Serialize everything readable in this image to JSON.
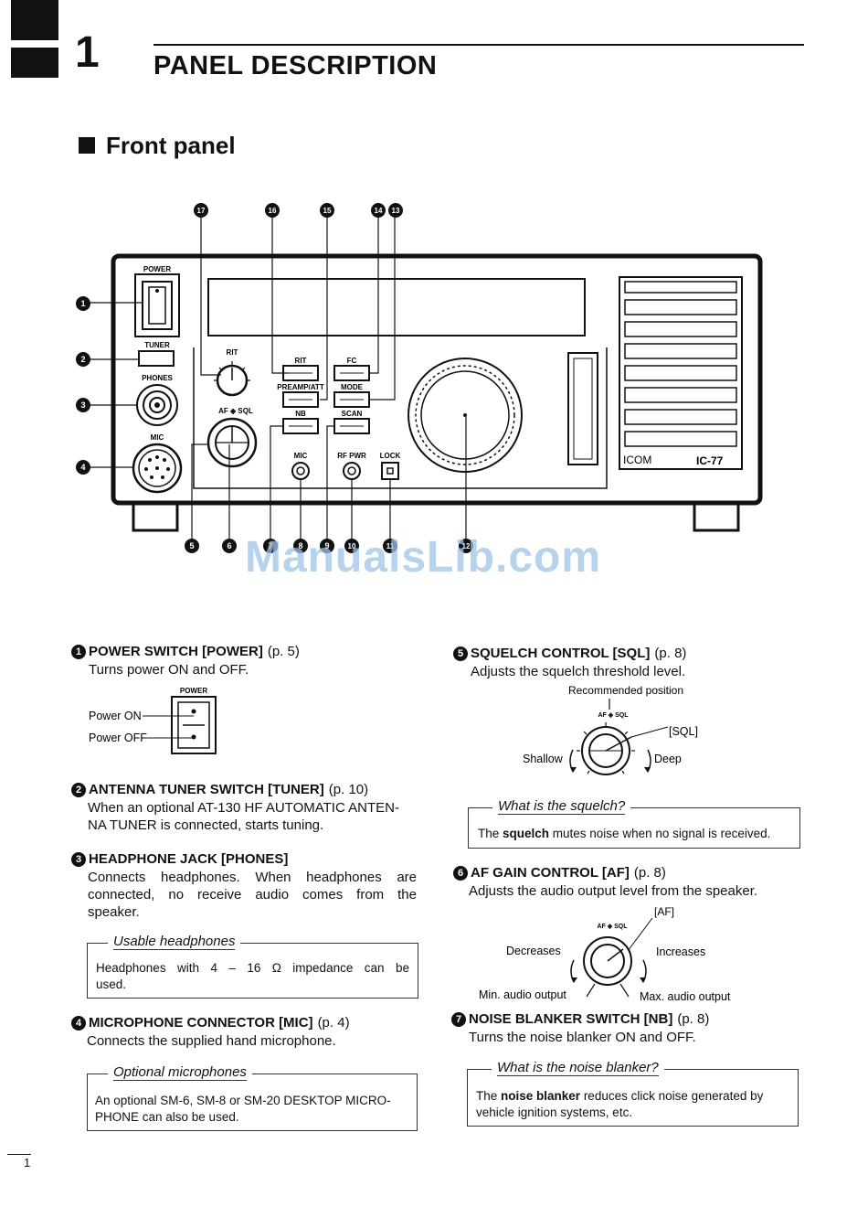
{
  "header": {
    "chapter_number": "1",
    "chapter_title": "PANEL DESCRIPTION"
  },
  "section": {
    "title": "Front panel"
  },
  "radio": {
    "labels": {
      "power": "POWER",
      "tuner": "TUNER",
      "phones": "PHONES",
      "mic": "MIC",
      "rit_knob": "RIT",
      "af_sql": "AF ◈ SQL",
      "rit_btn": "RIT",
      "preamp_btn": "PREAMP/ATT",
      "nb_btn": "NB",
      "fc_btn": "FC",
      "mode_btn": "MODE",
      "scan_btn": "SCAN",
      "mic_knob": "MIC",
      "rfpwr_knob": "RF PWR",
      "lock_btn": "LOCK",
      "brand": "ICOM",
      "model": "IC-77"
    },
    "callouts_top": [
      "17",
      "16",
      "15",
      "14",
      "13"
    ],
    "callouts_left": [
      "1",
      "2",
      "3",
      "4"
    ],
    "callouts_bottom": [
      "5",
      "6",
      "7",
      "8",
      "9",
      "10",
      "11",
      "12"
    ]
  },
  "watermark": "ManualsLib.com",
  "items": {
    "i1": {
      "num": "1",
      "title": "POWER SWITCH [POWER]",
      "page": "(p. 5)",
      "desc": "Turns power ON and OFF.",
      "fig": {
        "label": "POWER",
        "on": "Power ON",
        "off": "Power OFF"
      }
    },
    "i2": {
      "num": "2",
      "title": "ANTENNA TUNER SWITCH [TUNER]",
      "page": "(p. 10)",
      "desc_line1": "When an optional AT-130 HF AUTOMATIC ANTEN-",
      "desc_line2": "NA TUNER is connected, starts tuning."
    },
    "i3": {
      "num": "3",
      "title": "HEADPHONE JACK [PHONES]",
      "desc_line1": "Connects headphones. When headphones are",
      "desc_line2": "connected, no receive audio comes from the",
      "desc_line3": "speaker.",
      "note_title": "Usable headphones",
      "note_line1": "Headphones with 4 – 16 Ω impedance can be",
      "note_line2": "used."
    },
    "i4": {
      "num": "4",
      "title": "MICROPHONE CONNECTOR [MIC]",
      "page": "(p. 4)",
      "desc": "Connects the supplied hand microphone.",
      "note_title": "Optional microphones",
      "note_line1": "An optional SM-6, SM-8 or SM-20 DESKTOP MICRO-",
      "note_line2": "PHONE can also be used."
    },
    "i5": {
      "num": "5",
      "title": "SQUELCH CONTROL [SQL]",
      "page": "(p. 8)",
      "desc": "Adjusts the squelch threshold level.",
      "fig": {
        "recommended": "Recommended position",
        "label": "AF ◈ SQL",
        "sql": "[SQL]",
        "shallow": "Shallow",
        "deep": "Deep"
      },
      "note_title": "What is the squelch?",
      "note_pre": "The ",
      "note_bold": "squelch",
      "note_post": " mutes noise when no signal is received."
    },
    "i6": {
      "num": "6",
      "title": "AF GAIN CONTROL [AF]",
      "page": "(p. 8)",
      "desc": "Adjusts the audio output level from the speaker.",
      "fig": {
        "af": "[AF]",
        "label": "AF ◈ SQL",
        "decreases": "Decreases",
        "increases": "Increases",
        "min": "Min. audio output",
        "max": "Max. audio output"
      }
    },
    "i7": {
      "num": "7",
      "title": "NOISE BLANKER SWITCH [NB]",
      "page": "(p. 8)",
      "desc": "Turns the noise blanker ON and OFF.",
      "note_title": "What is the noise blanker?",
      "note_pre": "The ",
      "note_bold": "noise blanker",
      "note_post": " reduces click noise generated by",
      "note_line2": "vehicle ignition systems, etc."
    }
  },
  "footer": {
    "page_number": "1"
  }
}
